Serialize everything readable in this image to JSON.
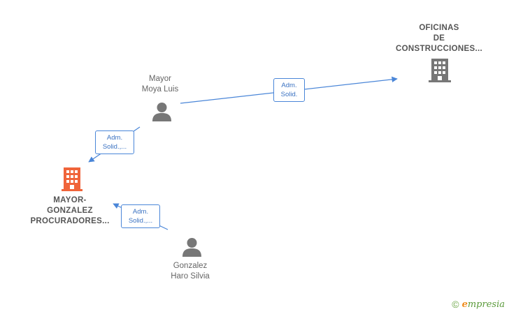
{
  "colors": {
    "edge": "#4a86d8",
    "person_icon": "#777777",
    "company_icon": "#777777",
    "company_highlight": "#f0643a"
  },
  "nodes": {
    "company_top": {
      "label_lines": [
        "OFICINAS",
        "DE",
        "CONSTRUCCIONES..."
      ],
      "icon": "building-icon"
    },
    "person_mayor": {
      "label_lines": [
        "Mayor",
        "Moya Luis"
      ],
      "icon": "person-icon"
    },
    "company_main": {
      "label_lines": [
        "MAYOR-",
        "GONZALEZ",
        "PROCURADORES..."
      ],
      "icon": "building-icon"
    },
    "person_gonzalez": {
      "label_lines": [
        "Gonzalez",
        "Haro Silvia"
      ],
      "icon": "person-icon"
    }
  },
  "edges": {
    "mayor_to_top": {
      "label_lines": [
        "Adm.",
        "Solid."
      ]
    },
    "mayor_to_main": {
      "label_lines": [
        "Adm.",
        "Solid.,..."
      ]
    },
    "gonzalez_to_main": {
      "label_lines": [
        "Adm.",
        "Solid.,..."
      ]
    }
  },
  "watermark": {
    "copyright": "©",
    "brand_initial": "e",
    "brand_rest": "mpresia"
  }
}
